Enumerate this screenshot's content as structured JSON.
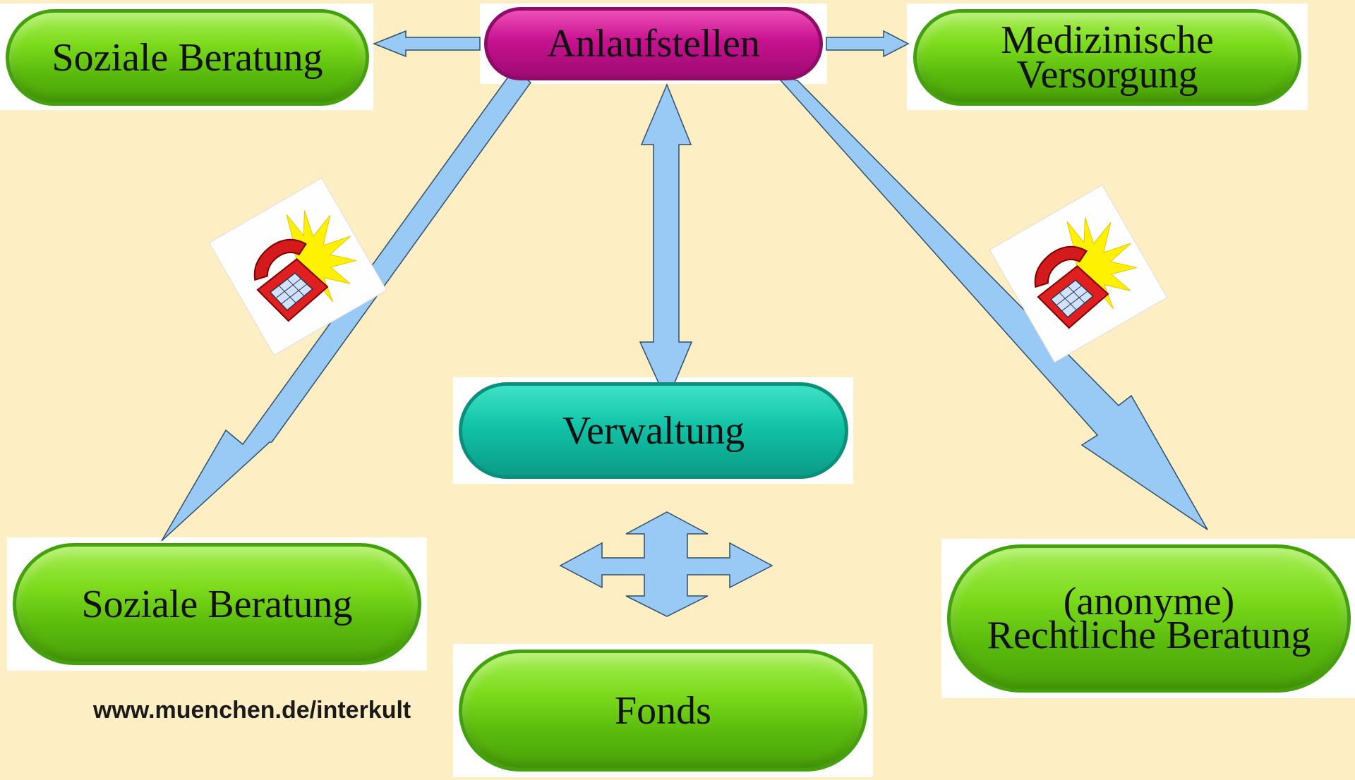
{
  "nodes": {
    "center_top": "Anlaufstellen",
    "top_left": "Soziale Beratung",
    "top_right": [
      "Medizinische",
      "Versorgung"
    ],
    "middle": "Verwaltung",
    "bottom_left": "Soziale Beratung",
    "bottom_right": [
      "(anonyme)",
      "Rechtliche Beratung"
    ],
    "bottom_center": "Fonds"
  },
  "footer": {
    "url": "www.muenchen.de/interkult"
  },
  "icons": [
    "telephone-icon",
    "telephone-icon"
  ],
  "colors": {
    "background": "#fdeec3",
    "green_pill": "#6fcf16",
    "magenta_pill": "#c7128f",
    "teal_pill": "#12c3a7",
    "arrow_fill": "#99c9f5",
    "arrow_stroke": "#2f4f6a"
  }
}
